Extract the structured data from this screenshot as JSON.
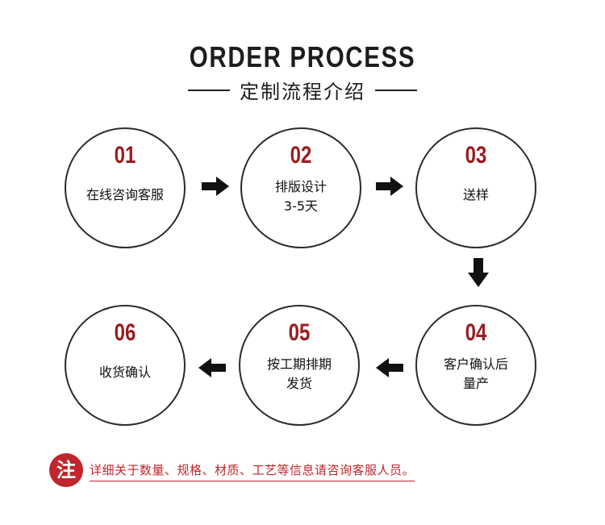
{
  "header": {
    "title": "ORDER PROCESS",
    "subtitle": "定制流程介绍"
  },
  "steps": [
    {
      "number": "01",
      "line1": "在线咨询客服",
      "line2": ""
    },
    {
      "number": "02",
      "line1": "排版设计",
      "line2": "3-5天"
    },
    {
      "number": "03",
      "line1": "送样",
      "line2": ""
    },
    {
      "number": "04",
      "line1": "客户确认后",
      "line2": "量产"
    },
    {
      "number": "05",
      "line1": "按工期排期",
      "line2": "发货"
    },
    {
      "number": "06",
      "line1": "收货确认",
      "line2": ""
    }
  ],
  "note": {
    "badge": "注",
    "text": "详细关于数量、规格、材质、工艺等信息请咨询客服人员。"
  },
  "colors": {
    "accent": "#9b1c20",
    "note_red": "#c0262c",
    "outline": "#2b2b2b"
  },
  "icons": [
    "arrow-right-icon",
    "arrow-down-icon",
    "arrow-left-icon"
  ]
}
